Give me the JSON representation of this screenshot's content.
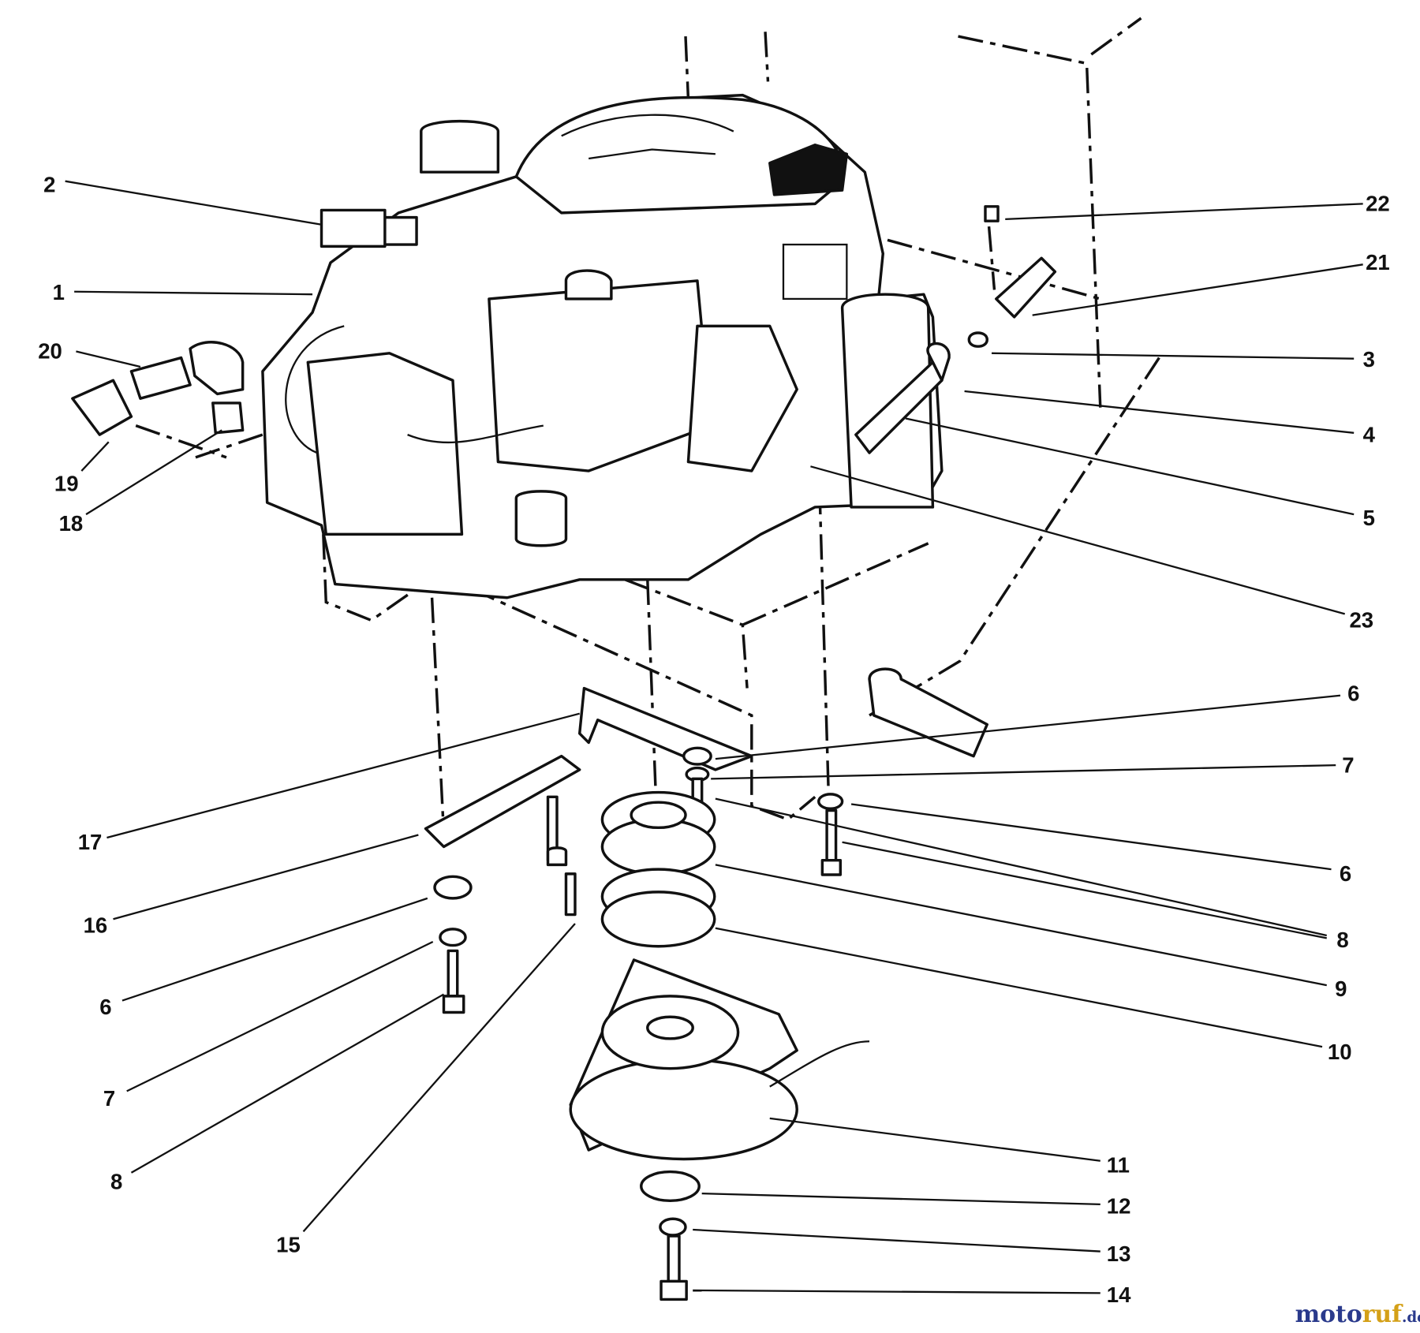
{
  "diagram": {
    "callouts": [
      {
        "id": "c2",
        "label": "2"
      },
      {
        "id": "c1",
        "label": "1"
      },
      {
        "id": "c20",
        "label": "20"
      },
      {
        "id": "c19",
        "label": "19"
      },
      {
        "id": "c18",
        "label": "18"
      },
      {
        "id": "c22",
        "label": "22"
      },
      {
        "id": "c21",
        "label": "21"
      },
      {
        "id": "c3",
        "label": "3"
      },
      {
        "id": "c4",
        "label": "4"
      },
      {
        "id": "c5",
        "label": "5"
      },
      {
        "id": "c23",
        "label": "23"
      },
      {
        "id": "c6a",
        "label": "6"
      },
      {
        "id": "c7a",
        "label": "7"
      },
      {
        "id": "c6b",
        "label": "6"
      },
      {
        "id": "c8a",
        "label": "8"
      },
      {
        "id": "c9",
        "label": "9"
      },
      {
        "id": "c10",
        "label": "10"
      },
      {
        "id": "c11",
        "label": "11"
      },
      {
        "id": "c12",
        "label": "12"
      },
      {
        "id": "c13",
        "label": "13"
      },
      {
        "id": "c14",
        "label": "14"
      },
      {
        "id": "c17",
        "label": "17"
      },
      {
        "id": "c16",
        "label": "16"
      },
      {
        "id": "c6c",
        "label": "6"
      },
      {
        "id": "c7b",
        "label": "7"
      },
      {
        "id": "c8b",
        "label": "8"
      },
      {
        "id": "c15",
        "label": "15"
      }
    ],
    "watermark": {
      "part1": "moto",
      "part2": "ruf",
      "part3": ".de",
      "color1": "#2a3a8c",
      "color2": "#d4a017"
    }
  }
}
